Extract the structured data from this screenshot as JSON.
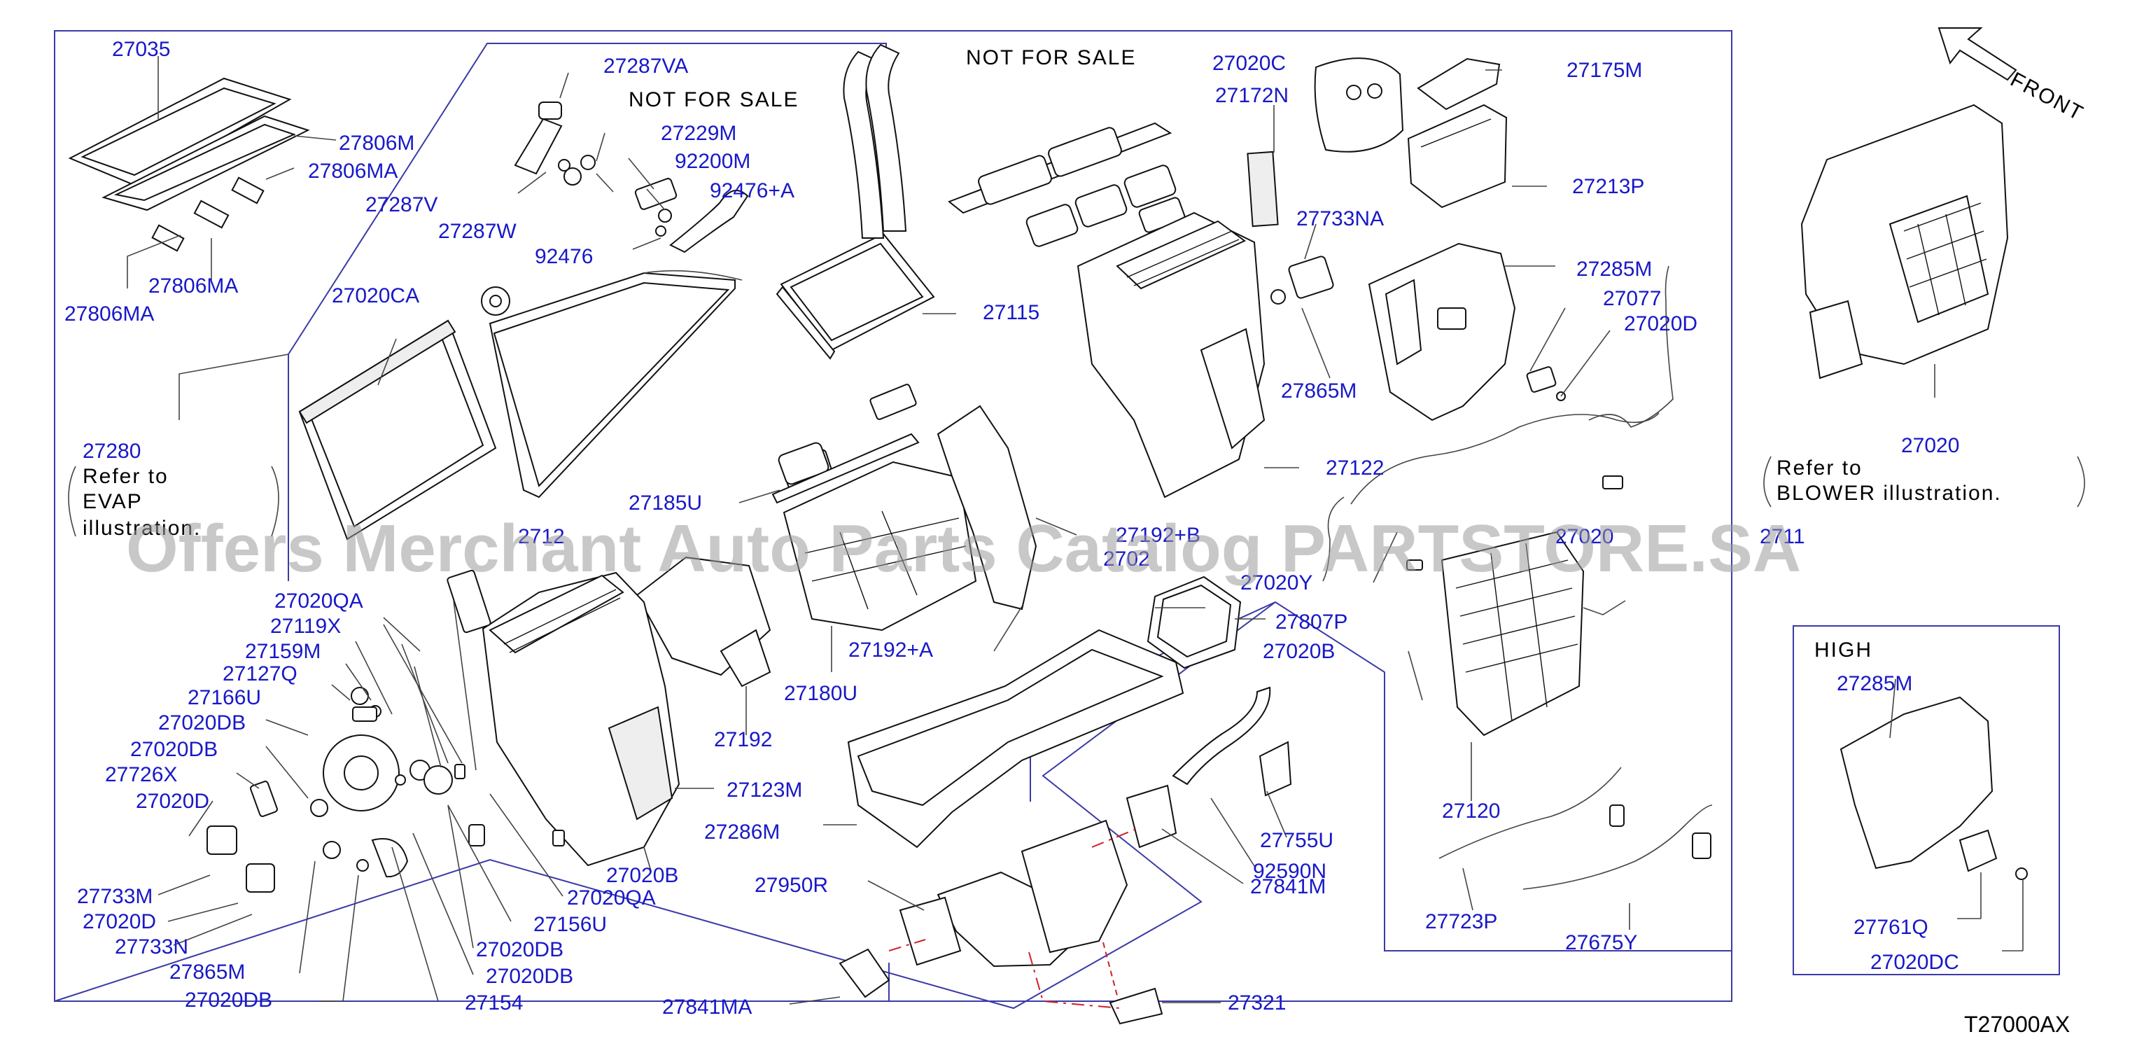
{
  "diagram": {
    "labels": {
      "p27035": "27035",
      "p27806M": "27806M",
      "p27806MA_a": "27806MA",
      "p27806MA_b": "27806MA",
      "p27806MA_c": "27806MA",
      "p27287VA": "27287VA",
      "p27229M": "27229M",
      "p92200M": "92200M",
      "p92476A": "92476+A",
      "p92476": "92476",
      "p27287V": "27287V",
      "p27287W": "27287W",
      "p27020CA": "27020CA",
      "p27280": "27280",
      "p27115": "27115",
      "p27020C": "27020C",
      "p27172N": "27172N",
      "p27175M": "27175M",
      "p27213P": "27213P",
      "p27733NA": "27733NA",
      "p27285M": "27285M",
      "p27077": "27077",
      "p27020D_a": "27020D",
      "p27865M_a": "27865M",
      "p27122": "27122",
      "p27020": "27020",
      "p27185U": "27185U",
      "p27192B": "27192+B",
      "p27020Y": "27020Y",
      "p27020B_a": "27020B",
      "p27020QA_a": "27020QA",
      "p27119X": "27119X",
      "p27159M": "27159M",
      "p27127Q": "27127Q",
      "p27166U": "27166U",
      "p27020DB_a": "27020DB",
      "p27020DB_b": "27020DB",
      "p27726X": "27726X",
      "p27020D_b": "27020D",
      "p27733M": "27733M",
      "p27020D_c": "27020D",
      "p27733N": "27733N",
      "p27865M_b": "27865M",
      "p27020DB_c": "27020DB",
      "p27192A": "27192+A",
      "p27180U": "27180U",
      "p27192": "27192",
      "p27123M": "27123M",
      "p27286M": "27286M",
      "p27020B_b": "27020B",
      "p27020QA_b": "27020QA",
      "p27156U": "27156U",
      "p27020DB_d": "27020DB",
      "p27020DB_e": "27020DB",
      "p27154": "27154",
      "p27807P": "27807P",
      "p27755U": "27755U",
      "p92590N": "92590N",
      "p27841M": "27841M",
      "p27950R": "27950R",
      "p27841MA": "27841MA",
      "p27321": "27321",
      "p27120": "27120",
      "p27723P": "27723P",
      "p27675Y": "27675Y",
      "p27285M_high": "27285M",
      "p27761Q": "27761Q",
      "p27020DC": "27020DC",
      "p2712x": "2712",
      "p2702x": "2702",
      "p270203": "27020",
      "p2711": "2711"
    },
    "notes": {
      "not_for_sale_1": "NOT   FOR   SALE",
      "not_for_sale_2": "NOT   FOR   SALE",
      "refer": "Refer   to",
      "evap": "EVAP",
      "evap_ill": "illustration.",
      "refer2": "Refer   to",
      "blower": "BLOWER   illustration.",
      "front": "FRONT",
      "high": "HIGH",
      "diagram_code": "T27000AX"
    },
    "watermark": "Offers Merchant Auto Parts Catalog PARTSTORE.SA"
  }
}
